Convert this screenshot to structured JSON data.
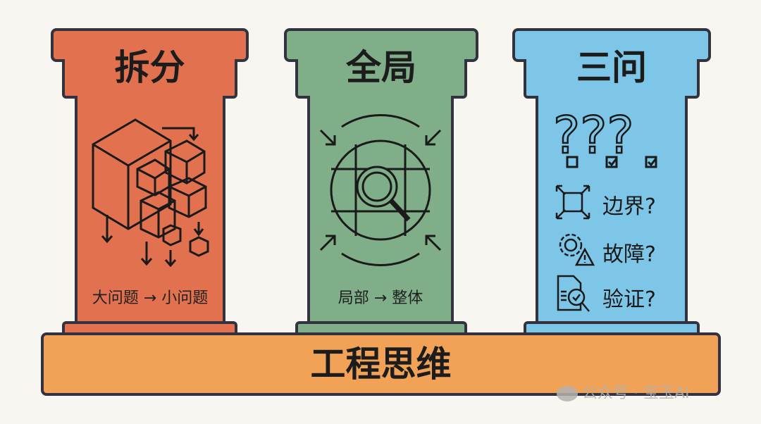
{
  "pillars": [
    {
      "title": "拆分",
      "caption": "大问题 → 小问题",
      "color": "#e2714f",
      "icon": "cubes-decompose-icon"
    },
    {
      "title": "全局",
      "caption": "局部 → 整体",
      "color": "#7fae88",
      "icon": "puzzle-magnifier-icon"
    },
    {
      "title": "三问",
      "color": "#7ec6e8",
      "icon": "question-marks-icon",
      "items": [
        {
          "label": "边界?",
          "icon": "boundary-expand-icon"
        },
        {
          "label": "故障?",
          "icon": "gear-warning-icon"
        },
        {
          "label": "验证?",
          "icon": "document-check-icon"
        }
      ]
    }
  ],
  "base": {
    "label": "工程思维",
    "color": "#f1a257"
  },
  "watermark": {
    "text": "公众号 · 宝玉AI",
    "signature": "宝玉"
  }
}
